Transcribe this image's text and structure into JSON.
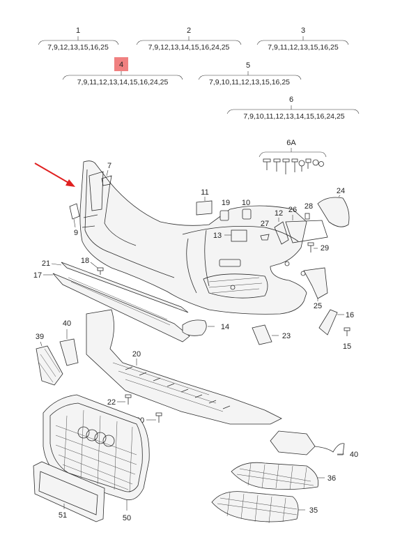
{
  "highlight_color": "#f08080",
  "arrow_color": "#e02020",
  "groups": [
    {
      "num": "1",
      "members": "7,9,12,13,15,16,25"
    },
    {
      "num": "2",
      "members": "7,9,12,13,14,15,16,24,25"
    },
    {
      "num": "3",
      "members": "7,9,11,12,13,15,16,25"
    },
    {
      "num": "4",
      "members": "7,9,11,12,13,14,15,16,24,25"
    },
    {
      "num": "5",
      "members": "7,9,10,11,12,13,15,16,25"
    },
    {
      "num": "6",
      "members": "7,9,10,11,12,13,14,15,16,24,25"
    }
  ],
  "fastener_set": {
    "label": "6A"
  },
  "labels": {
    "p7": "7",
    "p9": "9",
    "p11": "11",
    "p19": "19",
    "p10": "10",
    "p12": "12",
    "p26": "26",
    "p28": "28",
    "p24": "24",
    "p13": "13",
    "p27": "27",
    "p29": "29",
    "p21": "21",
    "p18": "18",
    "p17": "17",
    "p25": "25",
    "p16": "16",
    "p15": "15",
    "p14": "14",
    "p23": "23",
    "p39": "39",
    "p40a": "40",
    "p20": "20",
    "p22": "22",
    "p30": "30",
    "p40b": "40",
    "p36": "36",
    "p35": "35",
    "p51": "51",
    "p50": "50"
  }
}
